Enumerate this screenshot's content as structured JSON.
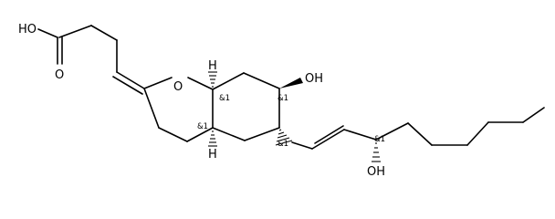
{
  "atoms": {
    "acid_oh": "HO",
    "acid_o": "O",
    "ring_o": "O",
    "ring_oh": "OH",
    "h_top": "H",
    "h_bottom": "H",
    "chain_oh": "OH"
  },
  "stereo": {
    "label": "&1"
  }
}
